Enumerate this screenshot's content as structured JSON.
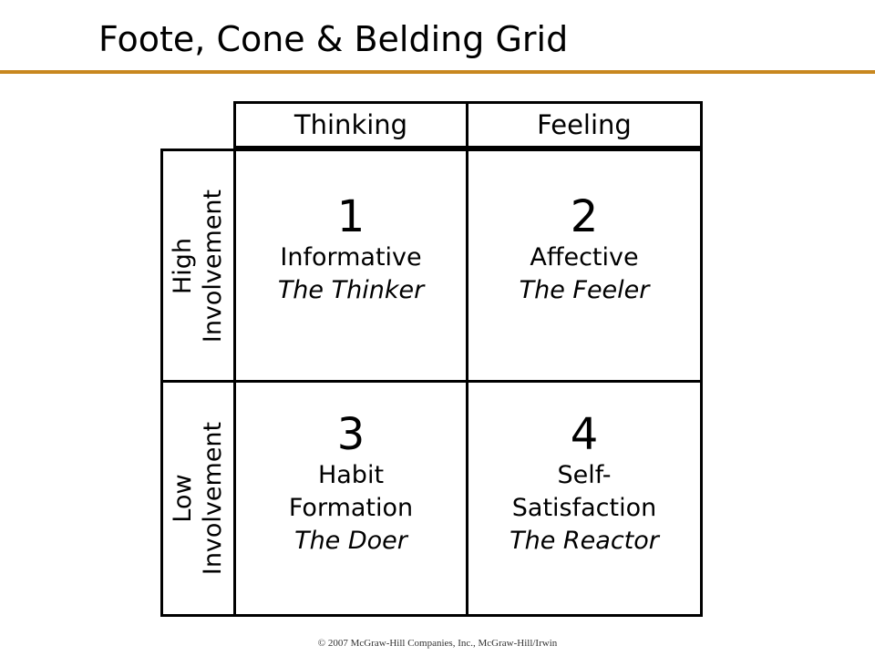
{
  "title": "Foote, Cone & Belding Grid",
  "columns": {
    "left": "Thinking",
    "right": "Feeling"
  },
  "rows": {
    "high": [
      "High",
      "Involvement"
    ],
    "low": [
      "Low",
      "Involvement"
    ]
  },
  "cells": [
    {
      "number": "1",
      "lines": [
        "Informative"
      ],
      "persona": "The Thinker"
    },
    {
      "number": "2",
      "lines": [
        "Affective"
      ],
      "persona": "The Feeler"
    },
    {
      "number": "3",
      "lines": [
        "Habit",
        "Formation"
      ],
      "persona": "The Doer"
    },
    {
      "number": "4",
      "lines": [
        "Self-",
        "Satisfaction"
      ],
      "persona": "The Reactor"
    }
  ],
  "copyright": "© 2007 McGraw-Hill Companies, Inc., McGraw-Hill/Irwin",
  "colors": {
    "rule": "#c8871f",
    "border": "#000000"
  }
}
